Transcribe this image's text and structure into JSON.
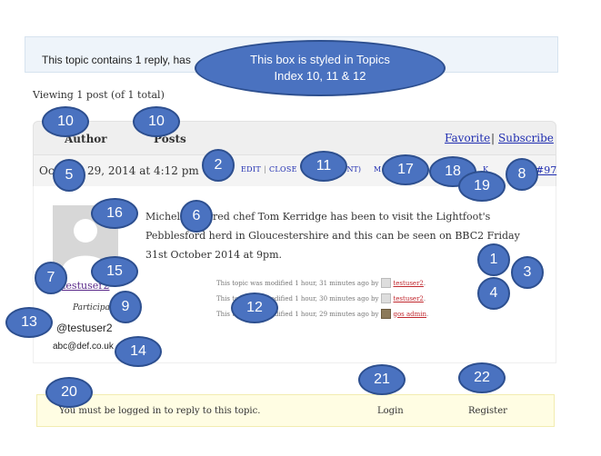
{
  "info_box": {
    "text": "This topic contains 1 reply, has"
  },
  "viewing_text": "Viewing 1 post (of 1 total)",
  "header": {
    "author_label": "Author",
    "posts_label": "Posts",
    "favorite_label": "Favorite",
    "separator": "|",
    "subscribe_label": "Subscribe"
  },
  "post": {
    "date": "October 29, 2014 at 4:12 pm",
    "admin_links": [
      "EDIT",
      "CLOSE"
    ],
    "meta_fragments": [
      "ONT)",
      "M",
      "K"
    ],
    "post_id": "#97",
    "text": "Michelin starred chef Tom Kerridge has been to visit the Lightfoot's Pebblesford herd in Gloucestershire and this can be seen on BBC2 Friday 31st October 2014 at 9pm.",
    "revisions": [
      {
        "text": "This topic was modified 1 hour, 31 minutes ago by",
        "user": "testuser2"
      },
      {
        "text": "This topic was modified 1 hour, 30 minutes ago by",
        "user": "testuser2"
      },
      {
        "text": "This topic was modified 1 hour, 29 minutes ago by",
        "user": "gos admin"
      }
    ]
  },
  "author": {
    "name": "testuser2",
    "role": "Participant",
    "handle": "@testuser2",
    "email": "abc@def.co.uk"
  },
  "login_bar": {
    "message": "You must be logged in to reply to this topic.",
    "login_label": "Login",
    "register_label": "Register"
  },
  "annotations": {
    "callout_line1": "This  box is styled in Topics",
    "callout_line2": "Index 10, 11 & 12",
    "markers": [
      "10",
      "10",
      "2",
      "11",
      "17",
      "18",
      "19",
      "8",
      "5",
      "6",
      "16",
      "1",
      "3",
      "4",
      "15",
      "7",
      "9",
      "12",
      "13",
      "14",
      "20",
      "21",
      "22"
    ]
  },
  "colors": {
    "marker_fill": "#4a72c0",
    "link_blue": "#1f2db0",
    "info_bg": "#eef4fa",
    "login_bg": "#fffde3"
  }
}
